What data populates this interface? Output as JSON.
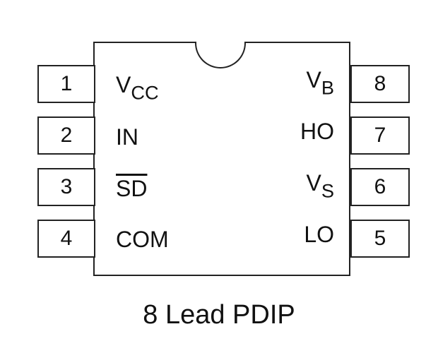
{
  "pins_left": [
    {
      "number": "1",
      "name": "V",
      "name_sub": "CC"
    },
    {
      "number": "2",
      "name": "IN"
    },
    {
      "number": "3",
      "name": "SD"
    },
    {
      "number": "4",
      "name": "COM"
    }
  ],
  "pins_right": [
    {
      "number": "8",
      "name": "V",
      "name_sub": "B"
    },
    {
      "number": "7",
      "name": "HO"
    },
    {
      "number": "6",
      "name": "V",
      "name_sub": "S"
    },
    {
      "number": "5",
      "name": "LO"
    }
  ],
  "caption": "8 Lead PDIP"
}
